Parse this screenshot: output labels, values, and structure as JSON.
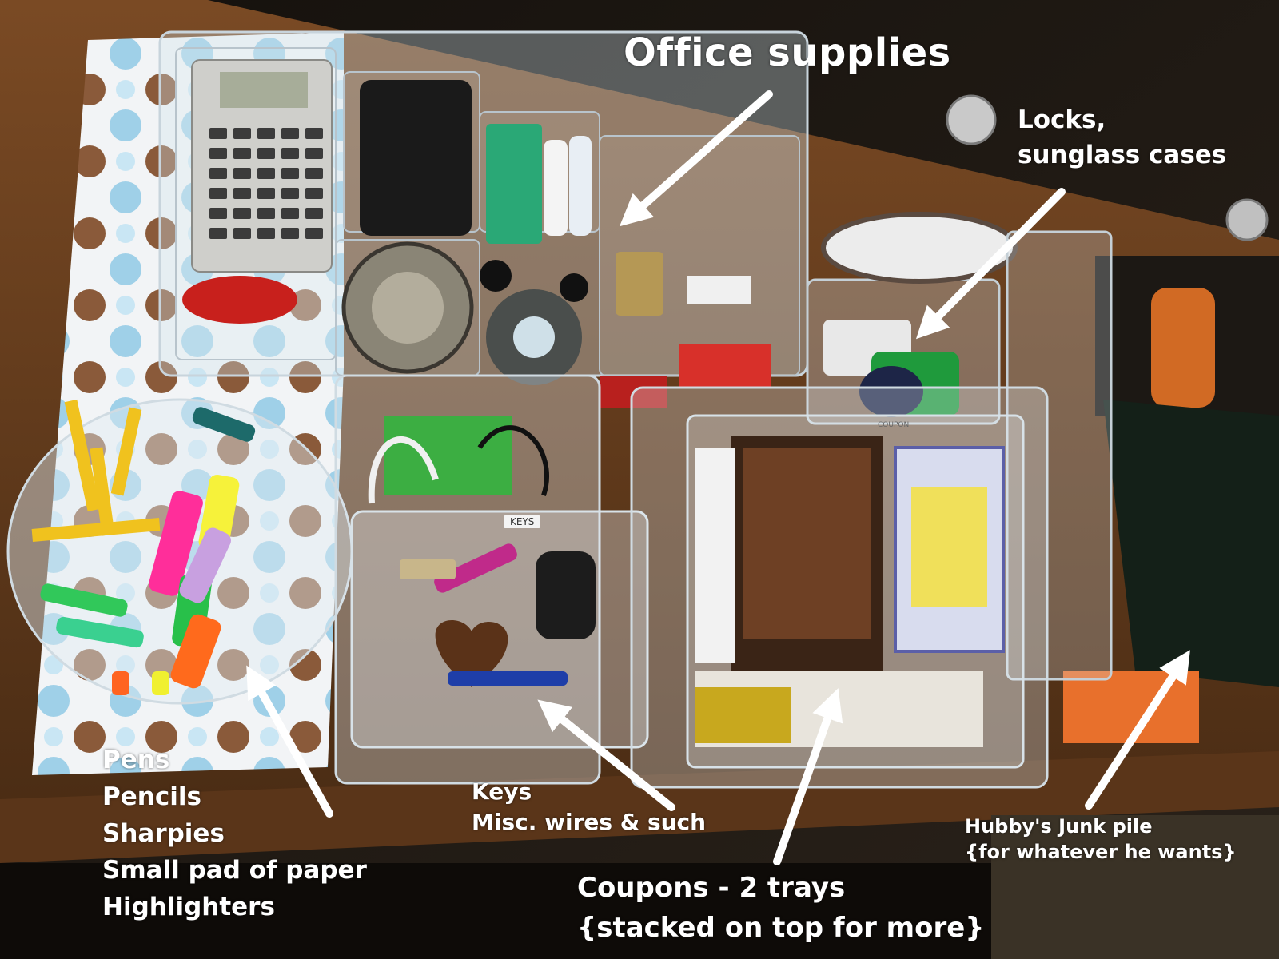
{
  "labels": {
    "office": "Office supplies",
    "locks": [
      "Locks,",
      "sunglass cases"
    ],
    "pens": [
      "Pens",
      "Pencils",
      "Sharpies",
      "Small pad of paper",
      "Highlighters"
    ],
    "keys": [
      "Keys",
      "Misc. wires & such"
    ],
    "coupons": [
      "Coupons - 2 trays",
      "{stacked on top for more}"
    ],
    "hubby": [
      "Hubby's Junk pile",
      "{for whatever he wants}"
    ]
  },
  "tray_tags": {
    "keys": "KEYS",
    "coupon": "COUPON"
  },
  "colors": {
    "label_text": "#ffffff",
    "arrow": "#ffffff",
    "drawer_wood": "#6b3f1f",
    "polka_dot_brown": "#8a5a3a",
    "polka_dot_blue": "#9fd0e8"
  }
}
